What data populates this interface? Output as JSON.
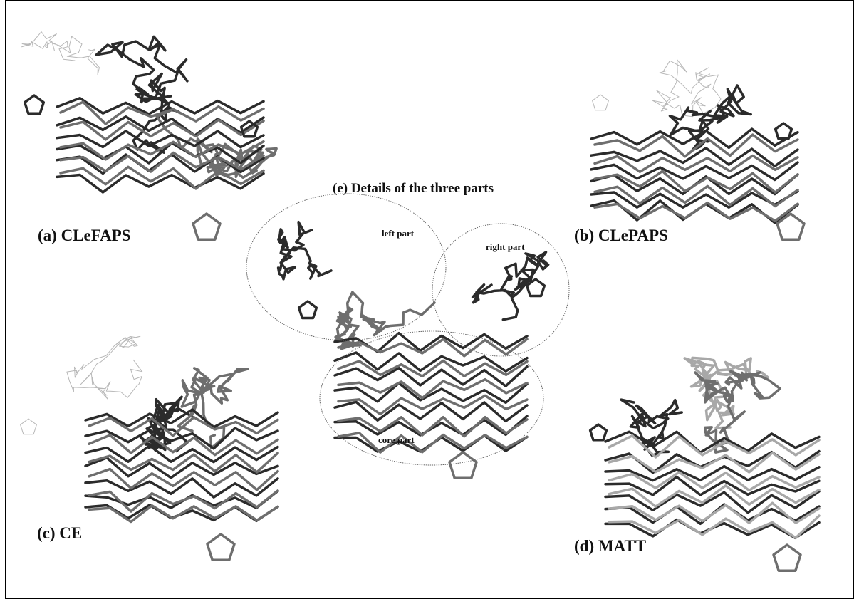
{
  "figure": {
    "panels": [
      {
        "id": "a",
        "label": "(a) CLeFAPS"
      },
      {
        "id": "b",
        "label": "(b) CLePAPS"
      },
      {
        "id": "c",
        "label": "(c) CE"
      },
      {
        "id": "d",
        "label": "(d) MATT"
      }
    ],
    "center": {
      "title": "(e) Details of the three parts",
      "regions": {
        "left": "left part",
        "right": "right part",
        "core": "core part"
      }
    }
  },
  "colors": {
    "dark": "#2b2b2b",
    "mid": "#6e6e6e",
    "light": "#a8a8a8",
    "faint": "#b8b8b8",
    "border": "#000000"
  }
}
